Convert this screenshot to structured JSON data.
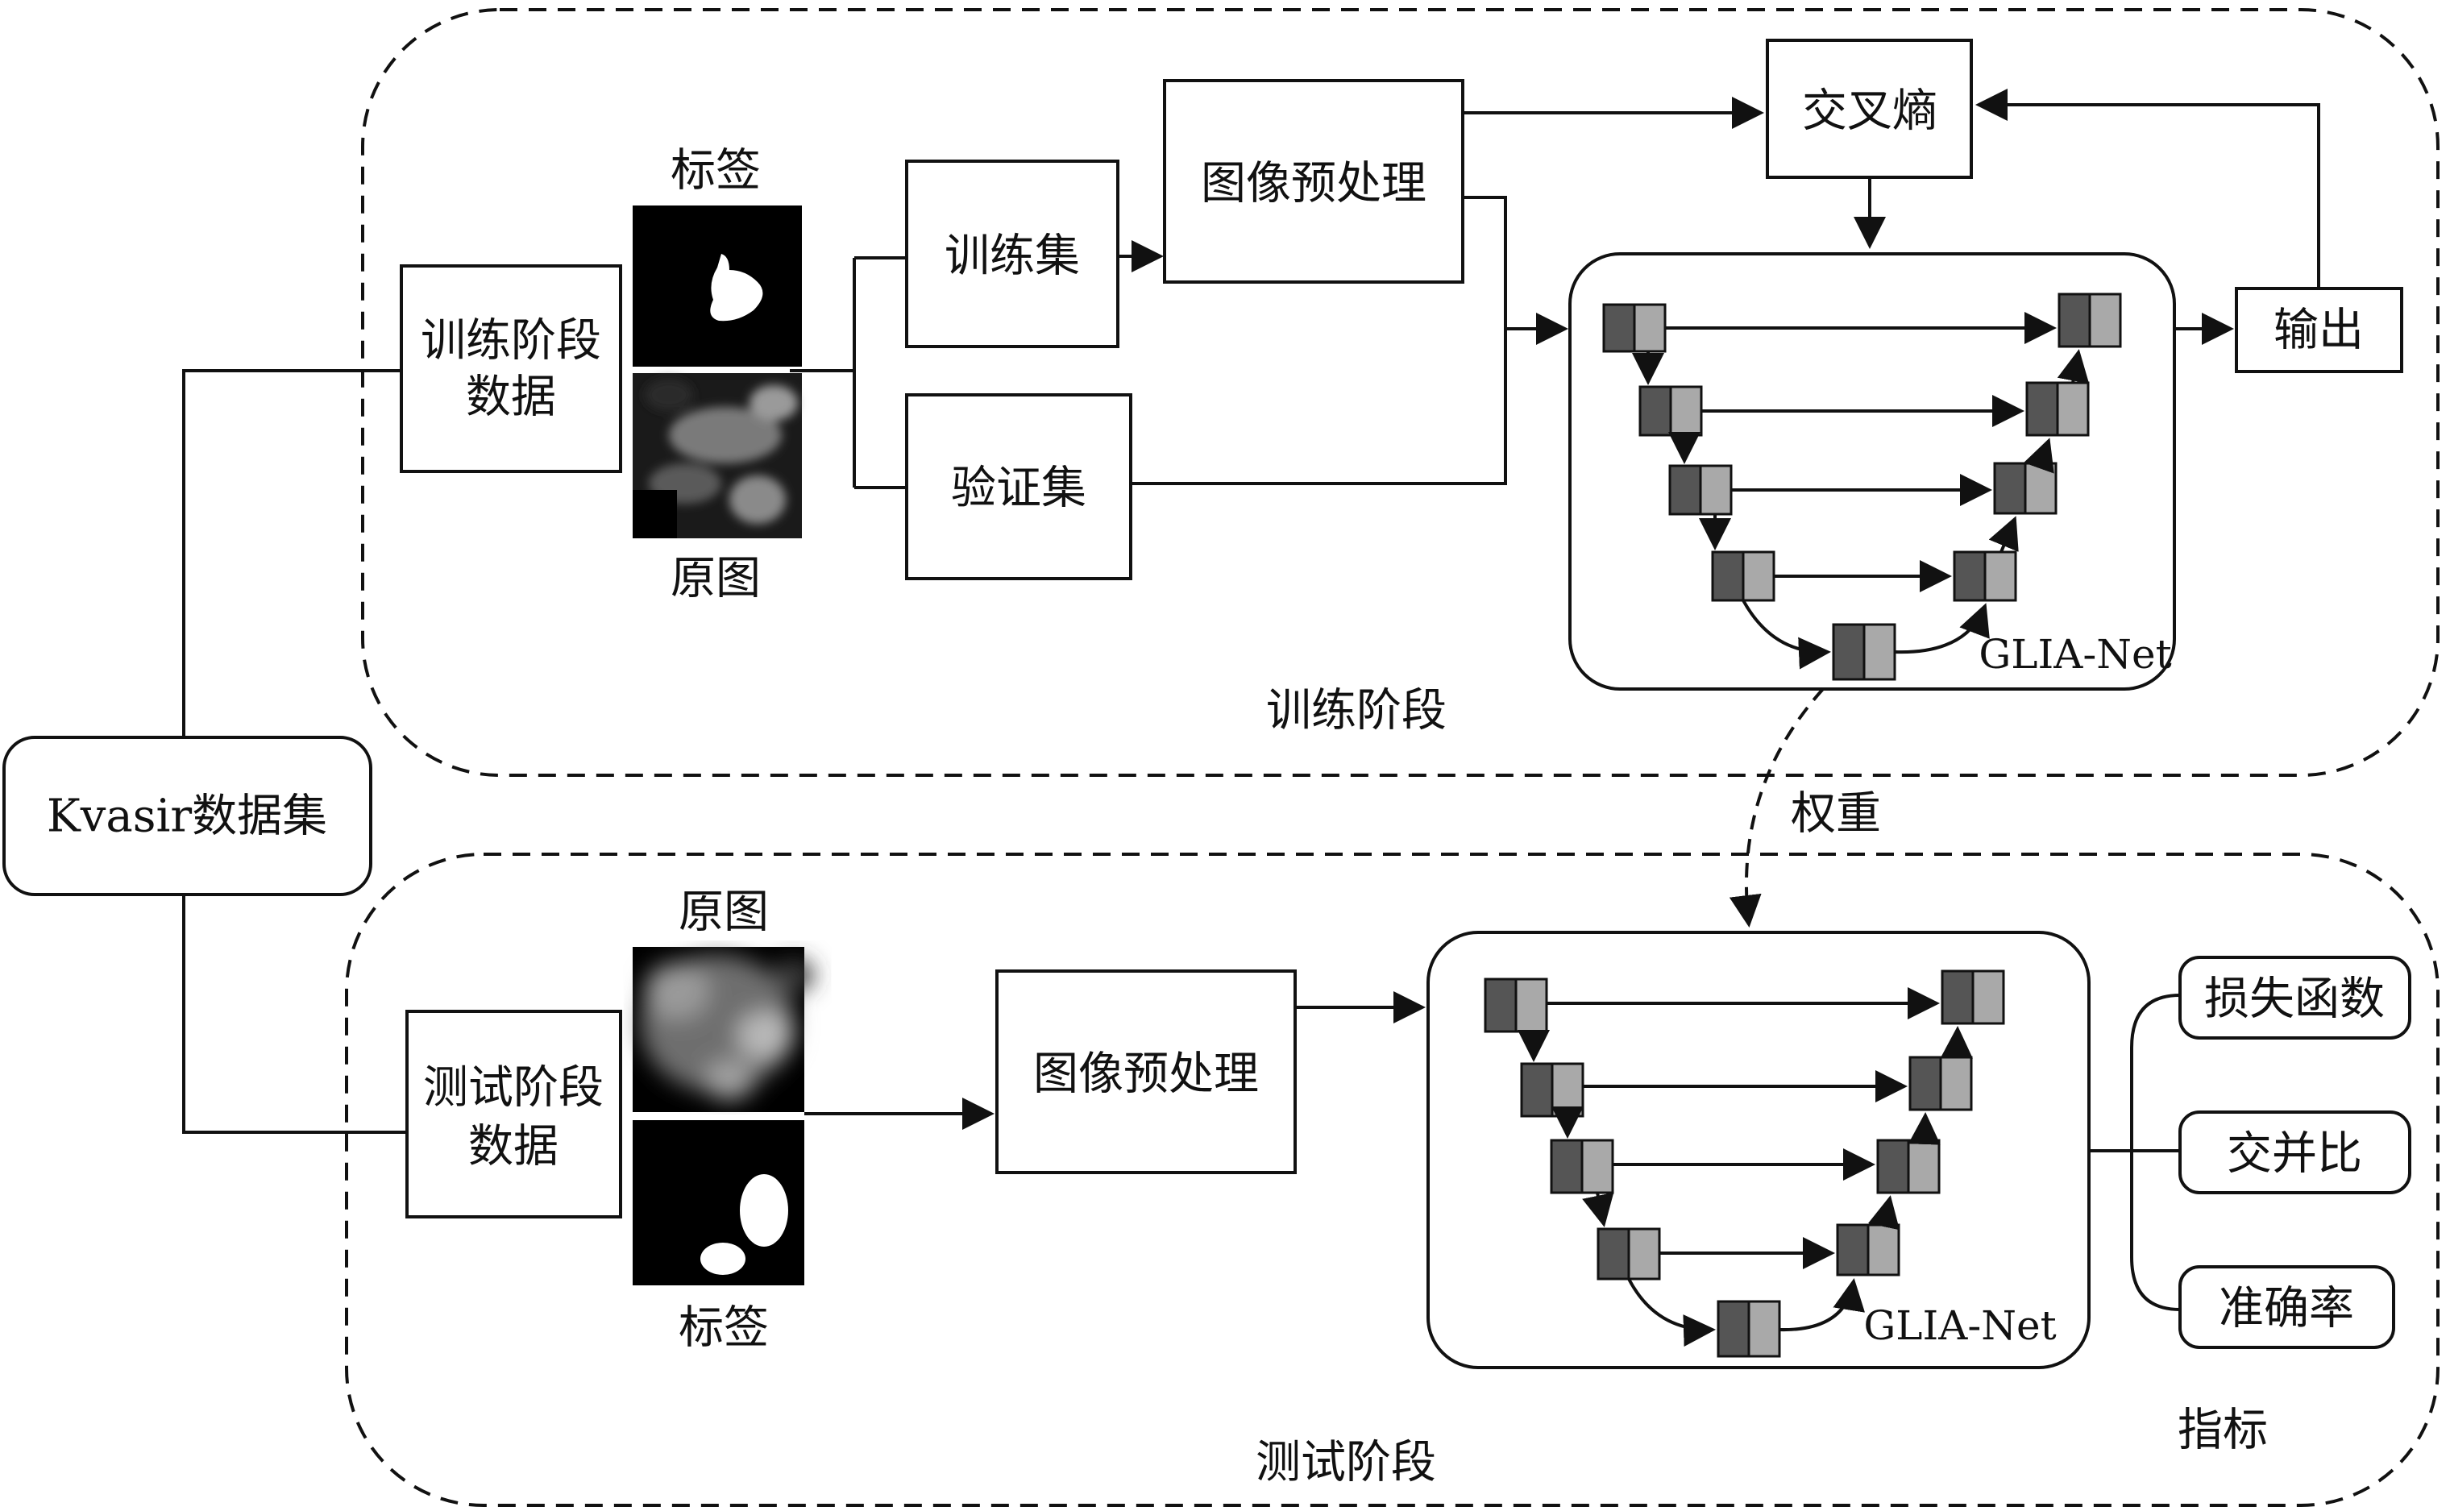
{
  "dataset": "Kvasir数据集",
  "train": {
    "region_label": "训练阶段",
    "data_box": [
      "训练阶段",
      "数据"
    ],
    "label_caption": "标签",
    "image_caption": "原图",
    "train_set": "训练集",
    "val_set": "验证集",
    "preprocess": "图像预处理",
    "loss": "交叉熵",
    "output": "输出",
    "net_name": "GLIA-Net"
  },
  "weights_label": "权重",
  "test": {
    "region_label": "测试阶段",
    "data_box": [
      "测试阶段",
      "数据"
    ],
    "image_caption": "原图",
    "label_caption": "标签",
    "preprocess": "图像预处理",
    "net_name": "GLIA-Net"
  },
  "metrics": {
    "title": "指标",
    "items": [
      "损失函数",
      "交并比",
      "准确率"
    ]
  },
  "colors": {
    "block_dark": "#555555",
    "block_light": "#a9a9a9",
    "line": "#111111"
  }
}
